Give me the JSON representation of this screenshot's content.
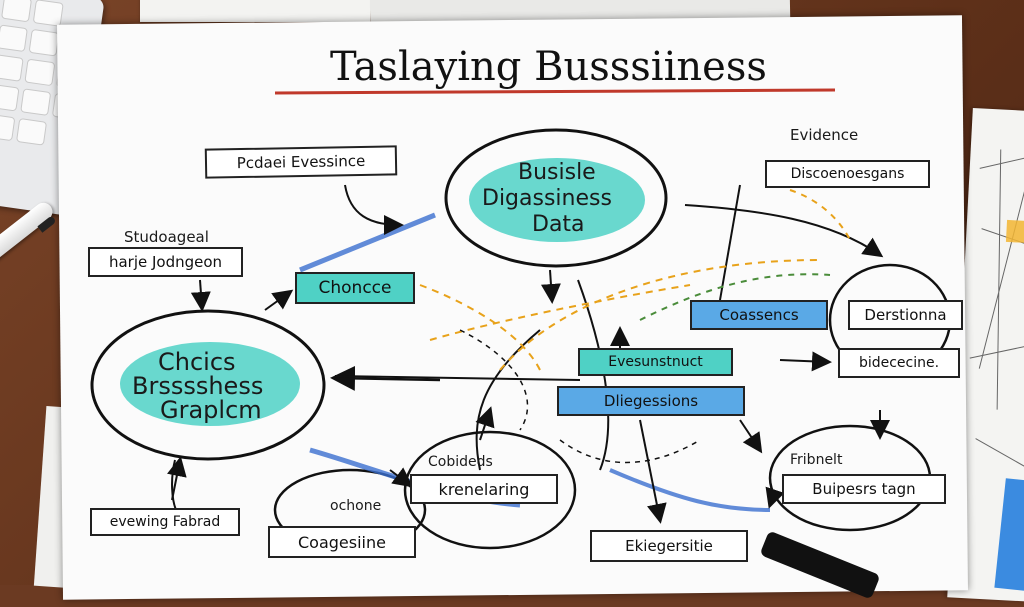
{
  "title": "Taslaying Busssiiness",
  "nodes": {
    "top_circle": [
      "Busisle",
      "Digassiness",
      "Data"
    ],
    "left_circle": [
      "Chcics",
      "Brsssshess",
      "Graplcm"
    ],
    "top_left_box": "Pcdaei Evessince",
    "studentail_label": "Studoageal",
    "harje_box": "harje Jodngeon",
    "chonce_box": "Choncce",
    "evidence_label": "Evidence",
    "disce_box": "Discoenoesgans",
    "coassencs_box": "Coassencs",
    "destiona_box": "Derstionna",
    "evesunstnuc_box": "Evesunstnuct",
    "diegessions_box": "Dliegessions",
    "bidececine_box": "bidececine.",
    "cobideds_label": "Cobideds",
    "krenelaring_box": "krenelaring",
    "ochone_label": "ochone",
    "coagesine_box": "Coagesiine",
    "eviving_box": "evewing Fabrad",
    "fribnelt_label": "Fribnelt",
    "buipesrs_box": "Buipesrs tagn",
    "ekiegersitie_box": "Ekiegersitie"
  },
  "colors": {
    "teal": "#4fd1c5",
    "blue": "#5aa9e6",
    "dashed_orange": "#e8a21a",
    "title_line": "#c0392b"
  }
}
